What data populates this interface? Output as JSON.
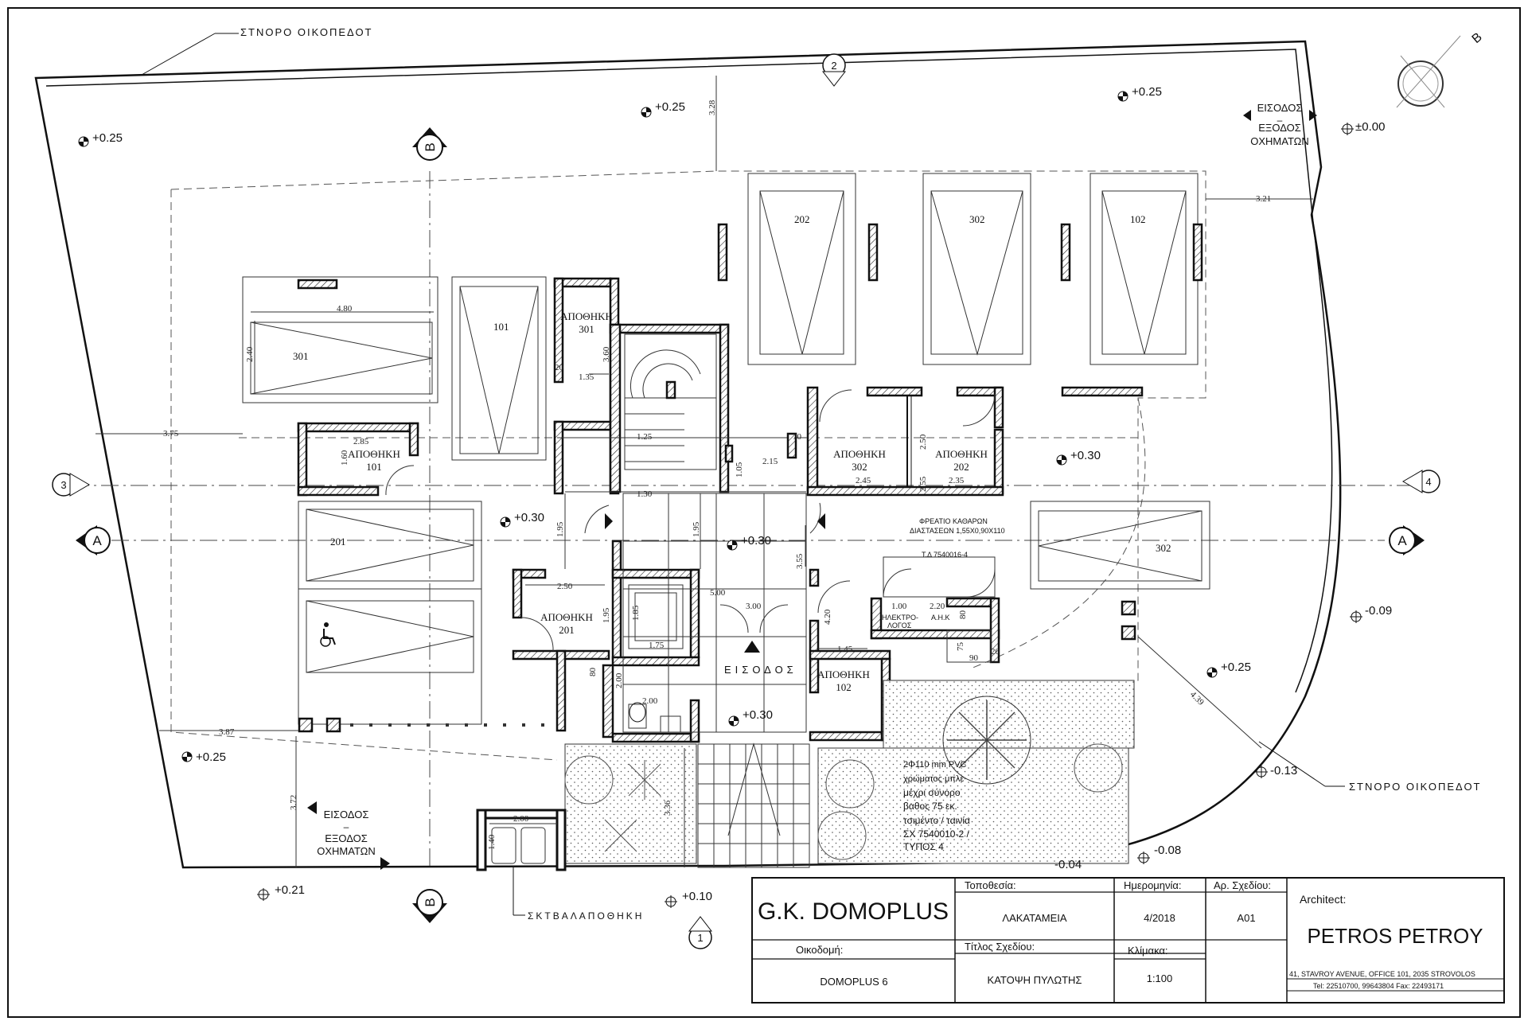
{
  "plan": {
    "boundary_label_top": "ΣΤΝΟΡΟ ΟΙΚΟΠΕΔΟΤ",
    "boundary_label_right": "ΣΤΝΟΡΟ ΟΙΚΟΠΕΔΟΤ",
    "bin_store_label": "ΣΚΤΒΑΛΑΠΟΘΗΚΗ",
    "entrance_label": "ΕΙΣΟΔΟΣ",
    "entrance_top_right": [
      "ΕΙΣΟΔΟΣ",
      "–",
      "ΕΞΟΔΟΣ",
      "ΟΧΗΜΑΤΩΝ"
    ],
    "entrance_bottom_left": [
      "ΕΙΣΟΔΟΣ",
      "–",
      "ΕΞΟΔΟΣ",
      "ΟΧΗΜΑΤΩΝ"
    ],
    "levels": {
      "l1": "+0.25",
      "l2": "+0.25",
      "l3": "+0.25",
      "l4": "±0.00",
      "l5": "+0.30",
      "l6": "+0.30",
      "l7": "+0.30",
      "l8": "+0.30",
      "l9": "-0.09",
      "l10": "+0.25",
      "l11": "-0.13",
      "l12": "+0.25",
      "l13": "+0.21",
      "l14": "+0.10",
      "l15": "-0.08",
      "l16": "-0.04"
    },
    "parking": [
      "301",
      "101",
      "202",
      "302",
      "102",
      "201",
      "302"
    ],
    "storage": [
      {
        "title": "ΑΠΟΘΗΚΗ",
        "num": "301"
      },
      {
        "title": "ΑΠΟΘΗΚΗ",
        "num": "101"
      },
      {
        "title": "ΑΠΟΘΗΚΗ",
        "num": "302"
      },
      {
        "title": "ΑΠΟΘΗΚΗ",
        "num": "202"
      },
      {
        "title": "ΑΠΟΘΗΚΗ",
        "num": "201"
      },
      {
        "title": "ΑΠΟΘΗΚΗ",
        "num": "102"
      }
    ],
    "dimensions": {
      "d1": "4.80",
      "d2": "2.40",
      "d3": "3.75",
      "d4": "2.85",
      "d5": "1.60",
      "d6": "1.35",
      "d7": "3.60",
      "d8": "20",
      "d9": "1.25",
      "d10": "1.30",
      "d11": "1.95",
      "d12": "1.95",
      "d13": "1.95",
      "d14": "2.50",
      "d15": "1.85",
      "d16": "1.75",
      "d17": "5.00",
      "d18": "3.00",
      "d19": "3.55",
      "d20": "4.20",
      "d21": "1.45",
      "d22": "2.00",
      "d23": "2.00",
      "d24": "3.87",
      "d25": "3.72",
      "d26": "2.00",
      "d27": "1.40",
      "d28": "3.36",
      "d29": "3.28",
      "d30": "3.21",
      "d31": "4.39",
      "d32": "2.50",
      "d33": "2.55",
      "d34": "2.45",
      "d35": "2.35",
      "d36": "2.15",
      "d37": "70",
      "d38": "1.05",
      "d39": "1.00",
      "d40": "2.20",
      "d41": "80",
      "d42": "75",
      "d43": "90",
      "d44": "20",
      "d45": "80"
    },
    "small_labels": {
      "manhole": "ΦΡΕΑΤΙΟ ΚΑΘΑΡΩΝ",
      "manhole_dims": "ΔΙΑΣΤΑΣΕΩΝ 1,55Χ0,90Χ110",
      "td": "Τ.Δ 7540016-4",
      "electro": "ΗΛΕΚΤΡΟ-",
      "logos": "ΛΟΓΟΣ",
      "ahk": "Α.Η.Κ"
    },
    "pipe_note": [
      "2Φ110 mm PVC",
      "χρώματος μπλε",
      "μέχρι σύνορο",
      "βαθος 75 εκ.",
      "τσιμέντο / ταινία",
      "ΣΧ 7540010-2 /",
      "ΤΥΠΟΣ 4"
    ],
    "section_marks": {
      "a": "A",
      "b": "B",
      "n1": "1",
      "n2": "2",
      "n3": "3",
      "n4": "4"
    }
  },
  "title_block": {
    "company": "G.K. DOMOPLUS",
    "location_label": "Τοποθεσία:",
    "location_value": "ΛΑΚΑΤΑΜΕΙΑ",
    "date_label": "Ημερομηνία:",
    "date_value": "4/2018",
    "drawing_no_label": "Αρ. Σχεδίου:",
    "drawing_no_value": "A01",
    "architect_label": "Architect:",
    "architect_name": "PETROS PETROY",
    "building_label": "Οικοδομή:",
    "building_value": "DOMOPLUS 6",
    "title_label": "Τίτλος Σχεδίου:",
    "title_value": "ΚΑΤΟΨΗ ΠΥΛΩΤΗΣ",
    "scale_label": "Κλίμακα:",
    "scale_value": "1:100",
    "address": "41, STAVROY AVENUE, OFFICE 101, 2035 STROVOLOS",
    "phones": "Tel: 22510700, 99643804   Fax: 22493171"
  }
}
